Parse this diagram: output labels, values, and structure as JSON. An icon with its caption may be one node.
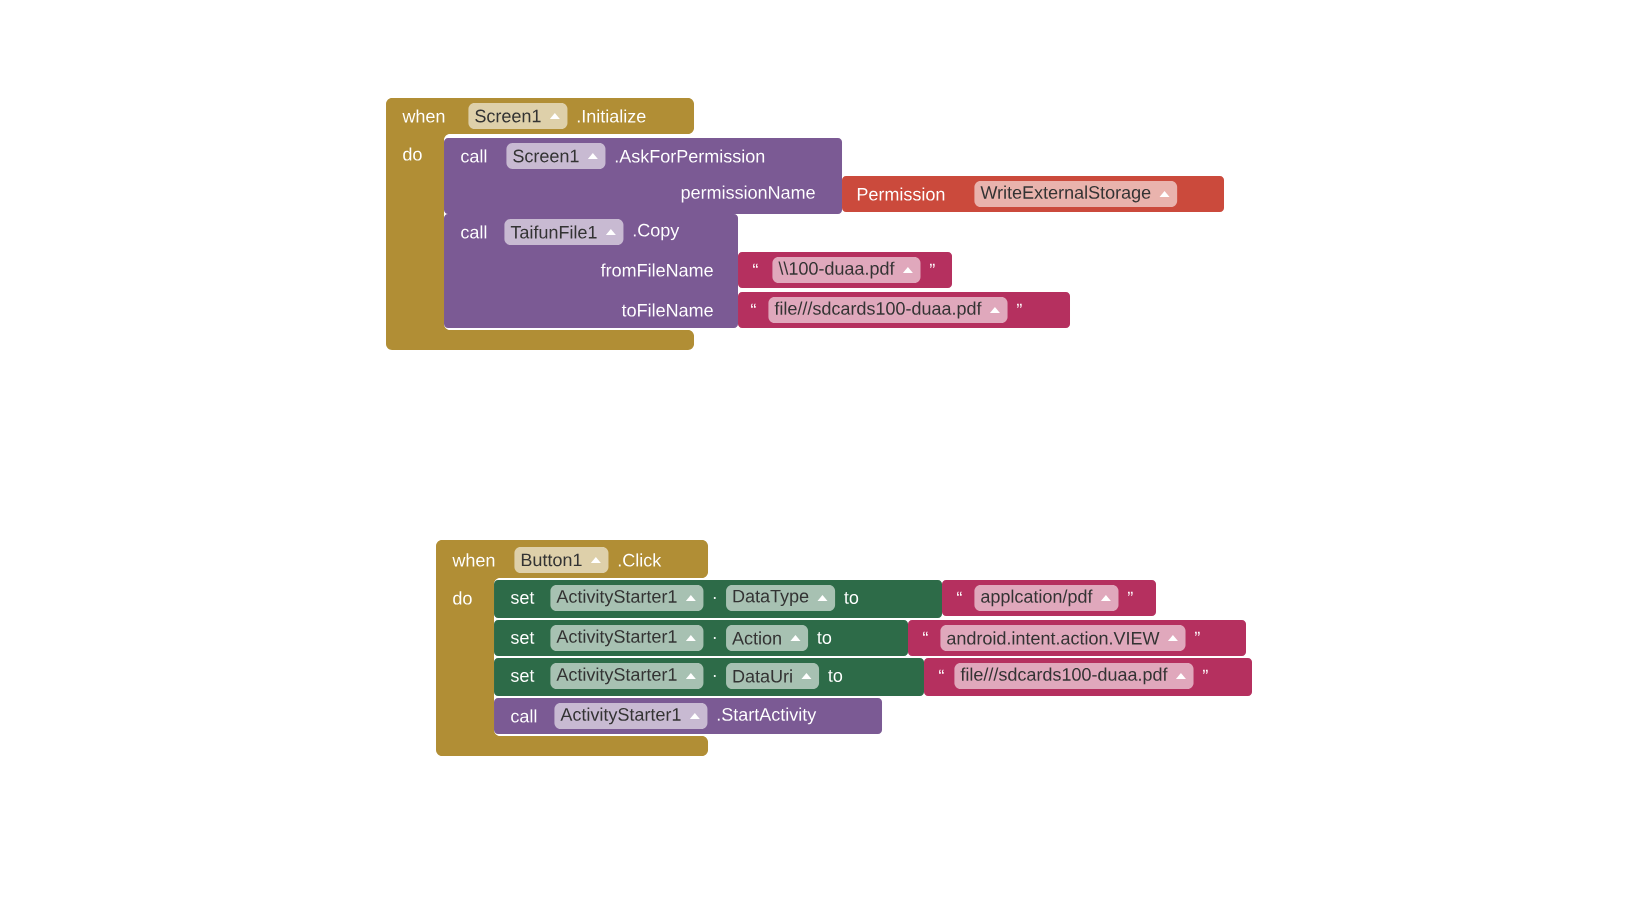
{
  "diagram": {
    "nodes": [
      {
        "text": [
          "when",
          "Screen1",
          ".Initialize",
          "do"
        ]
      },
      {
        "text": [
          "call",
          "Screen1",
          ".AskForPermission",
          "permissionName"
        ]
      },
      {
        "text": [
          "Permission",
          "WriteExternalStorage"
        ]
      },
      {
        "text": [
          "call",
          "TaifunFile1",
          ".Copy",
          "fromFileName",
          "toFileName"
        ]
      },
      {
        "text": [
          "“",
          "\\\\100-duaa.pdf",
          "”"
        ]
      },
      {
        "text": [
          "“",
          "file///sdcards100-duaa.pdf",
          "”"
        ]
      },
      {
        "text": [
          "when",
          "Button1",
          ".Click",
          "do"
        ]
      },
      {
        "text": [
          "set",
          "ActivityStarter1",
          ".",
          "DataType",
          "to"
        ]
      },
      {
        "text": [
          "“",
          "applcation/pdf",
          "”"
        ]
      },
      {
        "text": [
          "set",
          "ActivityStarter1",
          ".",
          "Action",
          "to"
        ]
      },
      {
        "text": [
          "“",
          "android.intent.action.VIEW",
          "”"
        ]
      },
      {
        "text": [
          "set",
          "ActivityStarter1",
          ".",
          "DataUri",
          "to"
        ]
      },
      {
        "text": [
          "“",
          "file///sdcards100-duaa.pdf",
          "”"
        ]
      },
      {
        "text": [
          "call",
          "ActivityStarter1",
          ".StartActivity"
        ]
      }
    ],
    "edges": []
  }
}
